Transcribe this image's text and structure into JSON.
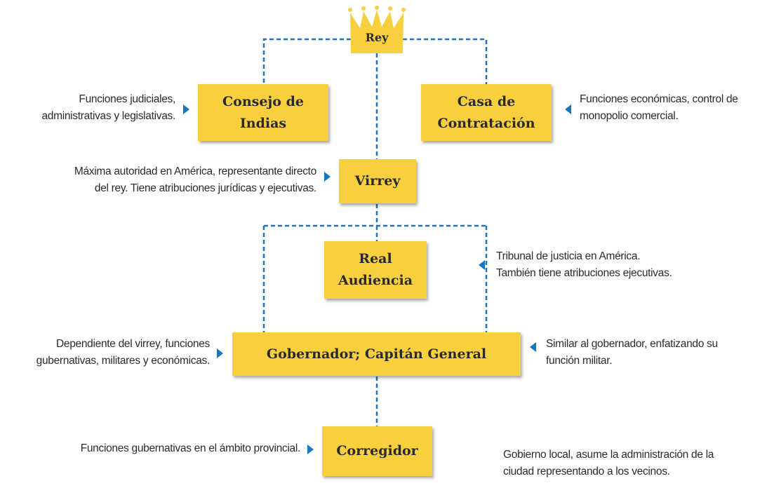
{
  "nodes": {
    "rey": "Rey",
    "consejo": [
      "Consejo de",
      "Indias"
    ],
    "casa": [
      "Casa de",
      "Contratación"
    ],
    "virrey": "Virrey",
    "audiencia": [
      "Real",
      "Audiencia"
    ],
    "gobernador": "Gobernador; Capitán General",
    "corregidor": "Corregidor"
  },
  "descriptions": {
    "consejo": [
      "Funciones judiciales,",
      "administrativas y legislativas."
    ],
    "casa": [
      "Funciones económicas, control de",
      "monopolio comercial."
    ],
    "virrey": [
      "Máxima autoridad en América, representante directo",
      "del rey. Tiene atribuciones jurídicas y ejecutivas."
    ],
    "audiencia": [
      "Tribunal de justicia en América.",
      "También tiene atribuciones ejecutivas."
    ],
    "gobernador": [
      "Dependiente del virrey, funciones",
      "gubernativas, militares y económicas."
    ],
    "capitan": [
      "Similar al gobernador, enfatizando su",
      "función militar."
    ],
    "corregidor": "Funciones gubernativas en el ámbito provincial.",
    "cabildo": [
      "Gobierno local, asume la administración de la",
      "ciudad representando a los vecinos."
    ]
  },
  "colors": {
    "box": "#f8d03e",
    "connector": "#1e73be",
    "arrow": "#1678c2"
  },
  "icons": {
    "crown": "crown-icon",
    "arrow": "triangle-arrow-icon"
  }
}
